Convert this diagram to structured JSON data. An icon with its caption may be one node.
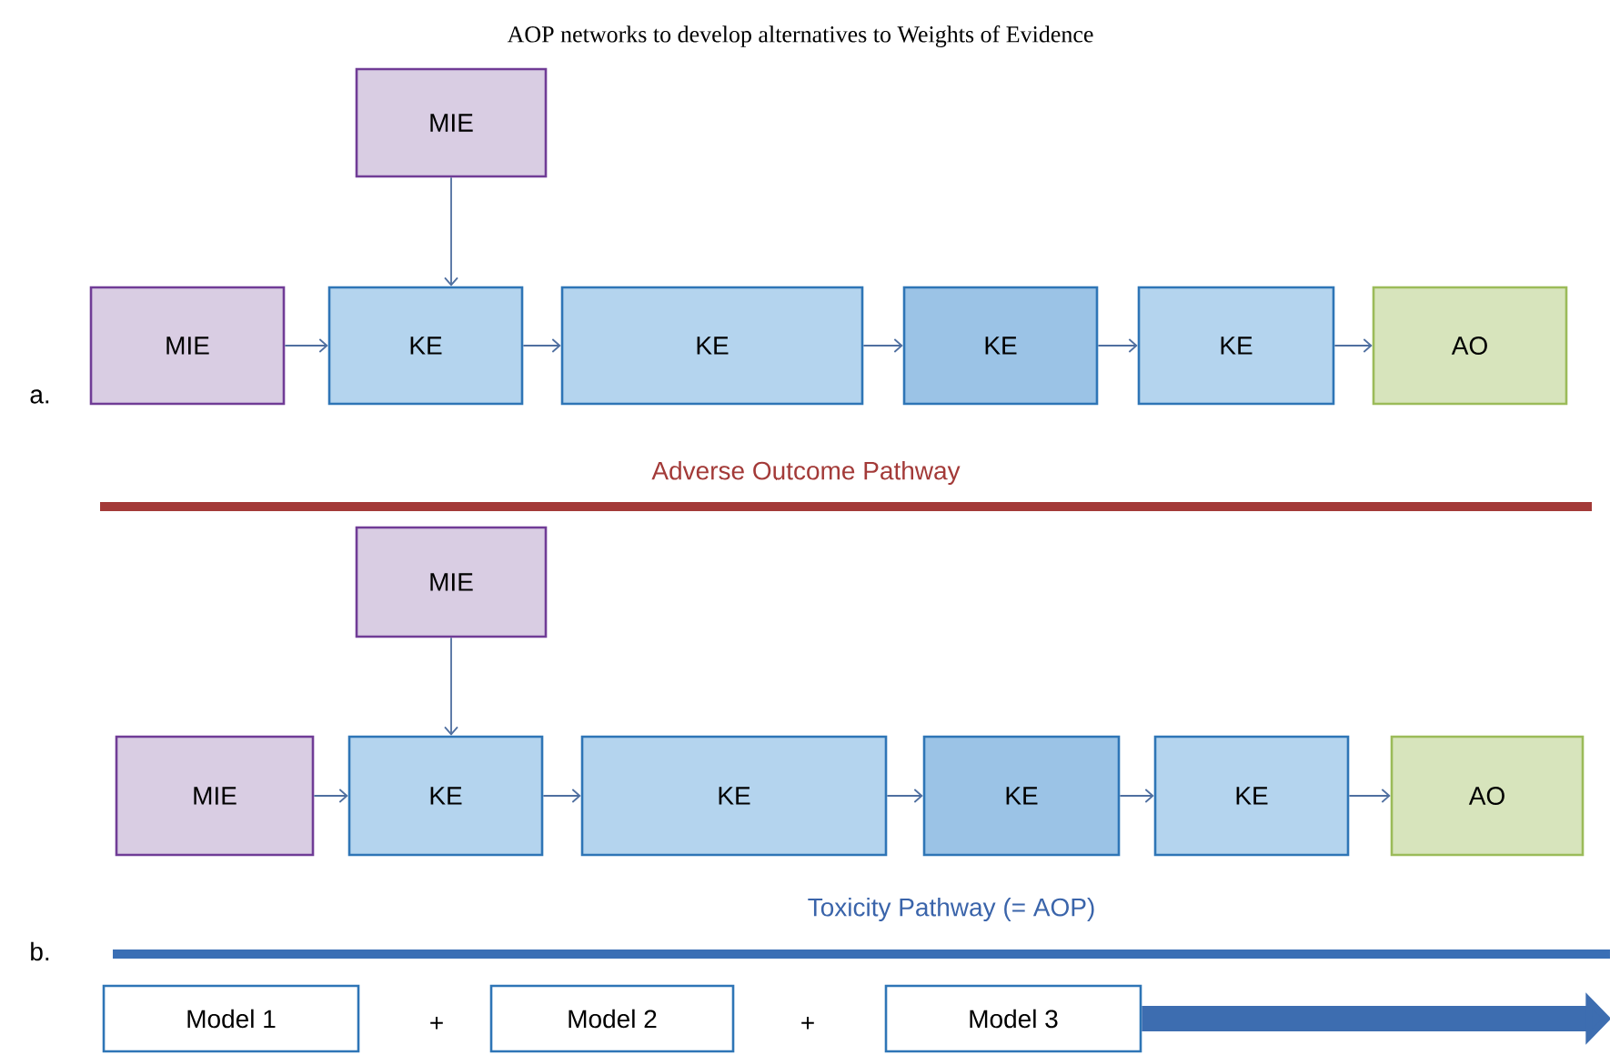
{
  "diagram": {
    "title": "AOP networks to develop alternatives to Weights of Evidence",
    "nodes": [
      {
        "text": [
          "MIE"
        ]
      },
      {
        "text": [
          "MIE"
        ]
      },
      {
        "text": [
          "KE"
        ]
      },
      {
        "text": [
          "KE"
        ]
      },
      {
        "text": [
          "KE"
        ]
      },
      {
        "text": [
          "KE"
        ]
      },
      {
        "text": [
          "AO"
        ]
      },
      {
        "text": [
          "MIE"
        ]
      },
      {
        "text": [
          "MIE"
        ]
      },
      {
        "text": [
          "KE"
        ]
      },
      {
        "text": [
          "KE"
        ]
      },
      {
        "text": [
          "KE"
        ]
      },
      {
        "text": [
          "KE"
        ]
      },
      {
        "text": [
          "AO"
        ]
      },
      {
        "text": [
          "Model 1"
        ]
      },
      {
        "text": [
          "Model 2"
        ]
      },
      {
        "text": [
          "Model 3"
        ]
      }
    ],
    "edges": [
      {
        "from": 0,
        "to": 2,
        "arrow": "to"
      },
      {
        "from": 1,
        "to": 2,
        "arrow": "to"
      },
      {
        "from": 2,
        "to": 3,
        "arrow": "to"
      },
      {
        "from": 3,
        "to": 4,
        "arrow": "to"
      },
      {
        "from": 4,
        "to": 5,
        "arrow": "to"
      },
      {
        "from": 5,
        "to": 6,
        "arrow": "to"
      },
      {
        "from": 7,
        "to": 9,
        "arrow": "to"
      },
      {
        "from": 8,
        "to": 9,
        "arrow": "to"
      },
      {
        "from": 9,
        "to": 10,
        "arrow": "to"
      },
      {
        "from": 10,
        "to": 11,
        "arrow": "to"
      },
      {
        "from": 11,
        "to": 12,
        "arrow": "to"
      },
      {
        "from": 12,
        "to": 13,
        "arrow": "to"
      },
      {
        "from": 16,
        "to": null,
        "arrow": "to",
        "style": "thick",
        "color": "#3d6db0"
      }
    ],
    "labels": [
      "a.",
      "Adverse Outcome Pathway",
      "Toxicity Pathway (= AOP)",
      "b.",
      "+",
      "+"
    ]
  }
}
